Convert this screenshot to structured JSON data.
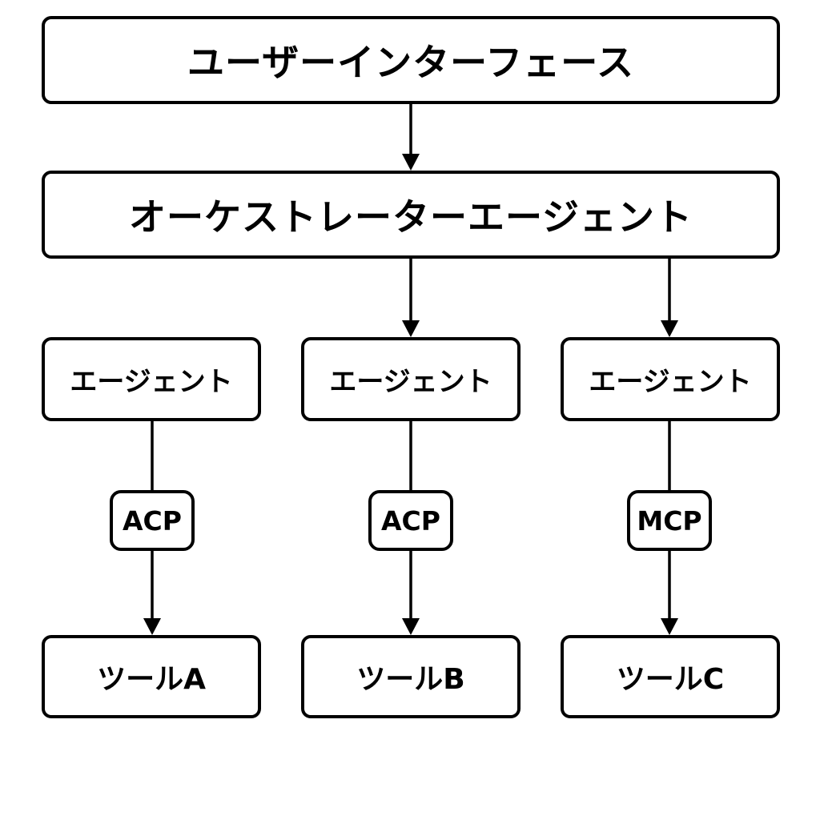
{
  "nodes": {
    "user_interface": "ユーザーインターフェース",
    "orchestrator": "オーケストレーターエージェント",
    "agents": [
      {
        "label": "エージェント",
        "protocol": "ACP",
        "tool": "ツールA"
      },
      {
        "label": "エージェント",
        "protocol": "ACP",
        "tool": "ツールB"
      },
      {
        "label": "エージェント",
        "protocol": "MCP",
        "tool": "ツールC"
      }
    ]
  },
  "colors": {
    "stroke": "#000000",
    "background": "#ffffff"
  }
}
